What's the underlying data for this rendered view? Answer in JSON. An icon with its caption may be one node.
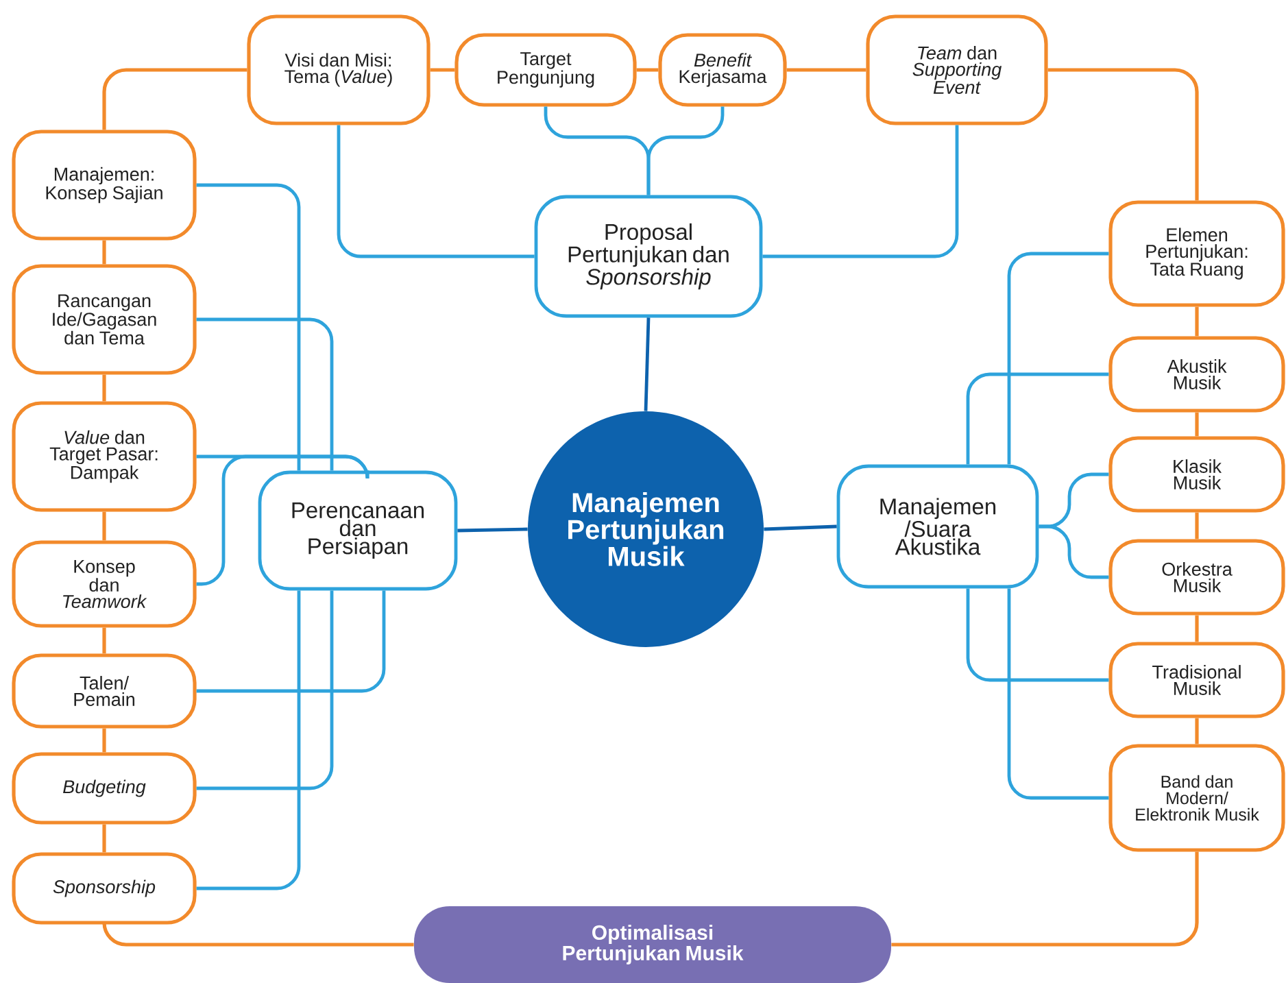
{
  "diagram": {
    "nodes": [
      {
        "text": [
          "Manajemen Pertunjukan Musik"
        ]
      },
      {
        "text": [
          "Proposal Pertunjukan dan *Sponsorship*"
        ]
      },
      {
        "text": [
          "Perencanaan dan Persiapan"
        ]
      },
      {
        "text": [
          "Manajemen /Suara Akustika"
        ]
      },
      {
        "text": [
          "Optimalisasi Pertunjukan Musik"
        ]
      },
      {
        "text": [
          "Visi dan Misi: Tema (*Value*)"
        ]
      },
      {
        "text": [
          "Target Pengunjung"
        ]
      },
      {
        "text": [
          "*Benefit* Kerjasama"
        ]
      },
      {
        "text": [
          "*Team* dan *Supporting Event*"
        ]
      },
      {
        "text": [
          "Manajemen: Konsep Sajian"
        ]
      },
      {
        "text": [
          "Rancangan Ide/Gagasan dan Tema"
        ]
      },
      {
        "text": [
          "*Value* dan Target Pasar: Dampak"
        ]
      },
      {
        "text": [
          "Konsep dan *Teamwork*"
        ]
      },
      {
        "text": [
          "Talen/ Pemain"
        ]
      },
      {
        "text": [
          "Budgeting"
        ]
      },
      {
        "text": [
          "Sponsorship"
        ]
      },
      {
        "text": [
          "Elemen Pertunjukan: Tata Ruang"
        ]
      },
      {
        "text": [
          "Akustik Musik"
        ]
      },
      {
        "text": [
          "Klasik Musik"
        ]
      },
      {
        "text": [
          "Orkestra Musik"
        ]
      },
      {
        "text": [
          "Tradisional Musik"
        ]
      },
      {
        "text": [
          "Band dan Modern/ Elektronik Musik"
        ]
      }
    ],
    "edges": [
      {
        "from": 0,
        "to": 1,
        "arrow": "none",
        "color": "#0d62ad"
      },
      {
        "from": 0,
        "to": 2,
        "arrow": "none",
        "color": "#0d62ad"
      },
      {
        "from": 0,
        "to": 3,
        "arrow": "none",
        "color": "#0d62ad"
      },
      {
        "from": 1,
        "to": 5,
        "arrow": "none",
        "color": "#2ea3dc"
      },
      {
        "from": 1,
        "to": 6,
        "arrow": "none",
        "color": "#2ea3dc"
      },
      {
        "from": 1,
        "to": 7,
        "arrow": "none",
        "color": "#2ea3dc"
      },
      {
        "from": 1,
        "to": 8,
        "arrow": "none",
        "color": "#2ea3dc"
      },
      {
        "from": 2,
        "to": 9,
        "arrow": "none",
        "color": "#2ea3dc"
      },
      {
        "from": 2,
        "to": 10,
        "arrow": "none",
        "color": "#2ea3dc"
      },
      {
        "from": 2,
        "to": 11,
        "arrow": "none",
        "color": "#2ea3dc"
      },
      {
        "from": 2,
        "to": 12,
        "arrow": "none",
        "color": "#2ea3dc"
      },
      {
        "from": 2,
        "to": 13,
        "arrow": "none",
        "color": "#2ea3dc"
      },
      {
        "from": 2,
        "to": 14,
        "arrow": "none",
        "color": "#2ea3dc"
      },
      {
        "from": 2,
        "to": 15,
        "arrow": "none",
        "color": "#2ea3dc"
      },
      {
        "from": 3,
        "to": 16,
        "arrow": "none",
        "color": "#2ea3dc"
      },
      {
        "from": 3,
        "to": 17,
        "arrow": "none",
        "color": "#2ea3dc"
      },
      {
        "from": 3,
        "to": 18,
        "arrow": "none",
        "color": "#2ea3dc"
      },
      {
        "from": 3,
        "to": 19,
        "arrow": "none",
        "color": "#2ea3dc"
      },
      {
        "from": 3,
        "to": 20,
        "arrow": "none",
        "color": "#2ea3dc"
      },
      {
        "from": 3,
        "to": 21,
        "arrow": "none",
        "color": "#2ea3dc"
      },
      {
        "from": 5,
        "to": 6,
        "arrow": "none",
        "color": "#f28a2b"
      },
      {
        "from": 6,
        "to": 7,
        "arrow": "none",
        "color": "#f28a2b"
      },
      {
        "from": 7,
        "to": 8,
        "arrow": "none",
        "color": "#f28a2b"
      },
      {
        "from": 8,
        "to": 16,
        "arrow": "none",
        "color": "#f28a2b"
      },
      {
        "from": 16,
        "to": 17,
        "arrow": "none",
        "color": "#f28a2b"
      },
      {
        "from": 17,
        "to": 18,
        "arrow": "none",
        "color": "#f28a2b"
      },
      {
        "from": 18,
        "to": 19,
        "arrow": "none",
        "color": "#f28a2b"
      },
      {
        "from": 19,
        "to": 20,
        "arrow": "none",
        "color": "#f28a2b"
      },
      {
        "from": 20,
        "to": 21,
        "arrow": "none",
        "color": "#f28a2b"
      },
      {
        "from": 21,
        "to": 4,
        "arrow": "none",
        "color": "#f28a2b"
      },
      {
        "from": 4,
        "to": 15,
        "arrow": "none",
        "color": "#f28a2b"
      },
      {
        "from": 15,
        "to": 14,
        "arrow": "none",
        "color": "#f28a2b"
      },
      {
        "from": 14,
        "to": 13,
        "arrow": "none",
        "color": "#f28a2b"
      },
      {
        "from": 13,
        "to": 12,
        "arrow": "none",
        "color": "#f28a2b"
      },
      {
        "from": 12,
        "to": 11,
        "arrow": "none",
        "color": "#f28a2b"
      },
      {
        "from": 11,
        "to": 10,
        "arrow": "none",
        "color": "#f28a2b"
      },
      {
        "from": 10,
        "to": 9,
        "arrow": "none",
        "color": "#f28a2b"
      },
      {
        "from": 9,
        "to": 5,
        "arrow": "none",
        "color": "#f28a2b"
      }
    ]
  }
}
